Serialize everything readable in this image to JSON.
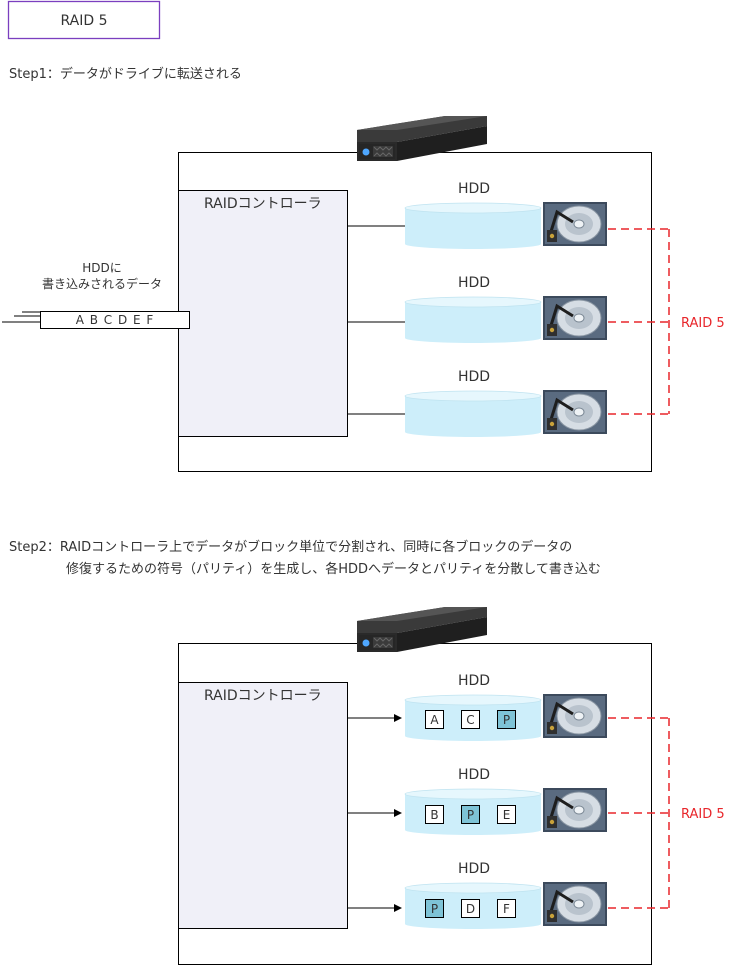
{
  "title_box": {
    "label": "RAID 5"
  },
  "step1": {
    "caption": "Step1：データがドライブに転送される",
    "controller_label": "RAIDコントローラ",
    "hdd_label": "HDD",
    "incoming_label_line1": "HDDに",
    "incoming_label_line2": "書き込みされるデータ",
    "data_strip": "A B C D E F",
    "raid_label": "RAID 5"
  },
  "step2": {
    "caption_line1": "Step2：RAIDコントローラ上でデータがブロック単位で分割され、同時に各ブロックのデータの",
    "caption_line2": "修復するための符号（パリティ）を生成し、各HDDへデータとパリティを分散して書き込む",
    "controller_label": "RAIDコントローラ",
    "hdd_label": "HDD",
    "raid_label": "RAID 5",
    "hdd_blocks": [
      [
        "A",
        "C",
        "P"
      ],
      [
        "B",
        "P",
        "E"
      ],
      [
        "P",
        "D",
        "F"
      ]
    ]
  },
  "colors": {
    "title_border": "#7b3fbf",
    "raid_red": "#e8262b",
    "panel_bg": "#f0f0f8",
    "cylinder_fill": "#cdeefa",
    "parity_fill": "#7ec3d6"
  },
  "icons": {
    "server": "server-rack-icon",
    "hdd": "hard-disk-drive-icon"
  }
}
